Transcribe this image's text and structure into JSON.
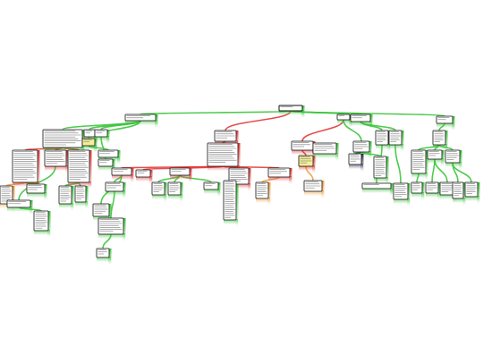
{
  "diagram": {
    "type": "mind-map",
    "palette": {
      "node_fill": "#ffffff",
      "node_border": "#111111",
      "highlight_fill": "#f6ef9a",
      "positive_branch": "#3cc43c",
      "negative_branch": "#e23b3b",
      "neutral_branch": "#f0a040",
      "dark_branch": "#333355"
    },
    "nodes": [
      {
        "id": "root",
        "kind": "root"
      },
      {
        "id": "l1-left",
        "kind": "branch"
      },
      {
        "id": "l1-mid",
        "kind": "branch"
      },
      {
        "id": "l1-right-a",
        "kind": "branch"
      },
      {
        "id": "l1-right-b",
        "kind": "branch"
      },
      {
        "id": "l1-far-right",
        "kind": "branch"
      },
      {
        "id": "l2-a",
        "kind": "leaf"
      },
      {
        "id": "l2-b",
        "kind": "leaf"
      },
      {
        "id": "l2-c",
        "kind": "highlight"
      },
      {
        "id": "l2-d",
        "kind": "leaf"
      },
      {
        "id": "l2-e",
        "kind": "leaf"
      },
      {
        "id": "l2-f",
        "kind": "leaf"
      },
      {
        "id": "l2-g",
        "kind": "leaf"
      },
      {
        "id": "l2-h",
        "kind": "leaf"
      },
      {
        "id": "l2-i",
        "kind": "leaf"
      },
      {
        "id": "l2-j",
        "kind": "highlight"
      },
      {
        "id": "l2-k",
        "kind": "leaf"
      },
      {
        "id": "l2-l",
        "kind": "leaf"
      },
      {
        "id": "l2-m",
        "kind": "leaf"
      },
      {
        "id": "l2-n",
        "kind": "leaf"
      },
      {
        "id": "l3-a",
        "kind": "leaf"
      },
      {
        "id": "l3-b",
        "kind": "leaf"
      },
      {
        "id": "l3-c",
        "kind": "leaf"
      },
      {
        "id": "l3-d",
        "kind": "leaf"
      },
      {
        "id": "l3-e",
        "kind": "leaf"
      },
      {
        "id": "l3-f",
        "kind": "leaf"
      },
      {
        "id": "l3-g",
        "kind": "leaf"
      },
      {
        "id": "l3-h",
        "kind": "leaf"
      },
      {
        "id": "l3-i",
        "kind": "leaf"
      },
      {
        "id": "l3-j",
        "kind": "leaf"
      },
      {
        "id": "l3-k",
        "kind": "leaf"
      },
      {
        "id": "l3-l",
        "kind": "leaf"
      },
      {
        "id": "l3-m",
        "kind": "leaf"
      },
      {
        "id": "l3-n",
        "kind": "leaf"
      },
      {
        "id": "l3-o",
        "kind": "leaf"
      },
      {
        "id": "l3-p",
        "kind": "leaf"
      },
      {
        "id": "l3-q",
        "kind": "leaf"
      },
      {
        "id": "l3-r",
        "kind": "leaf"
      },
      {
        "id": "l3-s",
        "kind": "leaf"
      },
      {
        "id": "l3-t",
        "kind": "leaf"
      },
      {
        "id": "l3-u",
        "kind": "leaf"
      },
      {
        "id": "l3-v",
        "kind": "leaf"
      },
      {
        "id": "l4-a",
        "kind": "leaf"
      },
      {
        "id": "l4-b",
        "kind": "leaf"
      },
      {
        "id": "l4-c",
        "kind": "leaf"
      },
      {
        "id": "l4-d",
        "kind": "leaf"
      },
      {
        "id": "l4-e",
        "kind": "leaf"
      },
      {
        "id": "l4-f",
        "kind": "leaf"
      },
      {
        "id": "l4-g",
        "kind": "leaf"
      },
      {
        "id": "l4-h",
        "kind": "leaf"
      },
      {
        "id": "l4-i",
        "kind": "leaf"
      },
      {
        "id": "l4-j",
        "kind": "leaf"
      },
      {
        "id": "l4-k",
        "kind": "leaf"
      },
      {
        "id": "l4-l",
        "kind": "leaf"
      },
      {
        "id": "l4-m",
        "kind": "leaf"
      },
      {
        "id": "l4-n",
        "kind": "leaf"
      }
    ],
    "edges": [
      {
        "from": "root",
        "to": "l1-left",
        "tone": "positive"
      },
      {
        "from": "root",
        "to": "l1-mid",
        "tone": "negative"
      },
      {
        "from": "root",
        "to": "l1-right-a",
        "tone": "positive"
      },
      {
        "from": "root",
        "to": "l1-right-b",
        "tone": "positive"
      },
      {
        "from": "root",
        "to": "l1-far-right",
        "tone": "positive"
      },
      {
        "from": "l1-left",
        "to": "l2-a",
        "tone": "positive"
      },
      {
        "from": "l1-left",
        "to": "l2-b",
        "tone": "positive"
      },
      {
        "from": "l1-left",
        "to": "l2-c",
        "tone": "positive"
      },
      {
        "from": "l1-left",
        "to": "l2-d",
        "tone": "positive"
      },
      {
        "from": "l2-a",
        "to": "l3-a",
        "tone": "negative"
      },
      {
        "from": "l2-a",
        "to": "l3-b",
        "tone": "negative"
      },
      {
        "from": "l2-a",
        "to": "l3-c",
        "tone": "negative"
      },
      {
        "from": "l2-c",
        "to": "l3-d",
        "tone": "positive"
      },
      {
        "from": "l3-a",
        "to": "l4-a",
        "tone": "neutral"
      },
      {
        "from": "l3-a",
        "to": "l4-b",
        "tone": "positive"
      },
      {
        "from": "l3-b",
        "to": "l4-c",
        "tone": "positive"
      },
      {
        "from": "l3-c",
        "to": "l4-d",
        "tone": "positive"
      },
      {
        "from": "l4-c",
        "to": "l4-e",
        "tone": "positive"
      },
      {
        "from": "l1-mid",
        "to": "l2-e",
        "tone": "negative"
      },
      {
        "from": "l2-e",
        "to": "l3-e",
        "tone": "negative"
      },
      {
        "from": "l2-e",
        "to": "l3-f",
        "tone": "negative"
      },
      {
        "from": "l2-e",
        "to": "l3-g",
        "tone": "negative"
      },
      {
        "from": "l2-e",
        "to": "l3-h",
        "tone": "negative"
      },
      {
        "from": "l2-e",
        "to": "l3-i",
        "tone": "negative"
      },
      {
        "from": "l3-e",
        "to": "l4-f",
        "tone": "positive"
      },
      {
        "from": "l3-e",
        "to": "l4-g",
        "tone": "positive"
      },
      {
        "from": "l3-f",
        "to": "l4-h",
        "tone": "positive"
      },
      {
        "from": "l3-f",
        "to": "l4-i",
        "tone": "positive"
      },
      {
        "from": "l3-f",
        "to": "l4-j",
        "tone": "positive"
      },
      {
        "from": "l4-f",
        "to": "l4-k",
        "tone": "positive"
      },
      {
        "from": "l4-k",
        "to": "l4-l",
        "tone": "positive"
      },
      {
        "from": "l3-h",
        "to": "l4-m",
        "tone": "positive"
      },
      {
        "from": "l3-i",
        "to": "l4-n",
        "tone": "neutral"
      },
      {
        "from": "l1-right-a",
        "to": "l2-f",
        "tone": "negative"
      },
      {
        "from": "l1-right-a",
        "to": "l2-g",
        "tone": "positive"
      },
      {
        "from": "l2-f",
        "to": "l2-j",
        "tone": "negative"
      },
      {
        "from": "l2-f",
        "to": "l3-j",
        "tone": "positive"
      },
      {
        "from": "l2-j",
        "to": "l3-k",
        "tone": "neutral"
      },
      {
        "from": "l2-g",
        "to": "l3-l",
        "tone": "dark"
      },
      {
        "from": "l2-g",
        "to": "l3-m",
        "tone": "positive"
      },
      {
        "from": "l1-right-b",
        "to": "l2-h",
        "tone": "positive"
      },
      {
        "from": "l1-right-b",
        "to": "l2-i",
        "tone": "positive"
      },
      {
        "from": "l1-far-right",
        "to": "l2-k",
        "tone": "positive"
      },
      {
        "from": "l2-k",
        "to": "l2-l",
        "tone": "positive"
      },
      {
        "from": "l2-k",
        "to": "l2-m",
        "tone": "positive"
      },
      {
        "from": "l2-k",
        "to": "l2-n",
        "tone": "positive"
      },
      {
        "from": "l2-l",
        "to": "l3-n",
        "tone": "positive"
      },
      {
        "from": "l2-m",
        "to": "l3-o",
        "tone": "positive"
      },
      {
        "from": "l2-m",
        "to": "l3-p",
        "tone": "positive"
      },
      {
        "from": "l2-n",
        "to": "l3-q",
        "tone": "positive"
      },
      {
        "from": "l2-n",
        "to": "l3-r",
        "tone": "positive"
      },
      {
        "from": "l2-h",
        "to": "l3-s",
        "tone": "positive"
      },
      {
        "from": "l2-i",
        "to": "l3-t",
        "tone": "positive"
      },
      {
        "from": "l3-c",
        "to": "l3-u",
        "tone": "positive"
      },
      {
        "from": "l2-d",
        "to": "l3-v",
        "tone": "positive"
      }
    ]
  }
}
